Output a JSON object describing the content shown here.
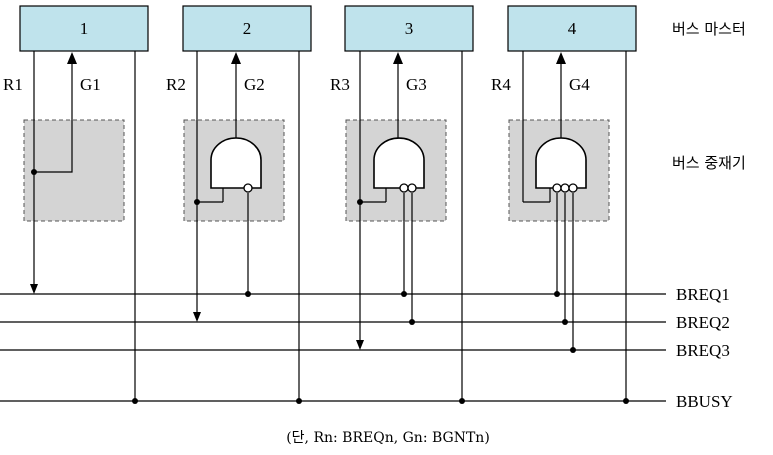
{
  "labels": {
    "bus_master": "버스 마스터",
    "bus_arbiter": "버스 중재기",
    "note": "(단, Rn: BREQn,  Gn: BGNTn)"
  },
  "masters": [
    {
      "id": "1",
      "request": "R1",
      "grant": "G1"
    },
    {
      "id": "2",
      "request": "R2",
      "grant": "G2"
    },
    {
      "id": "3",
      "request": "R3",
      "grant": "G3"
    },
    {
      "id": "4",
      "request": "R4",
      "grant": "G4"
    }
  ],
  "bus_lines": [
    "BREQ1",
    "BREQ2",
    "BREQ3",
    "BBUSY"
  ]
}
